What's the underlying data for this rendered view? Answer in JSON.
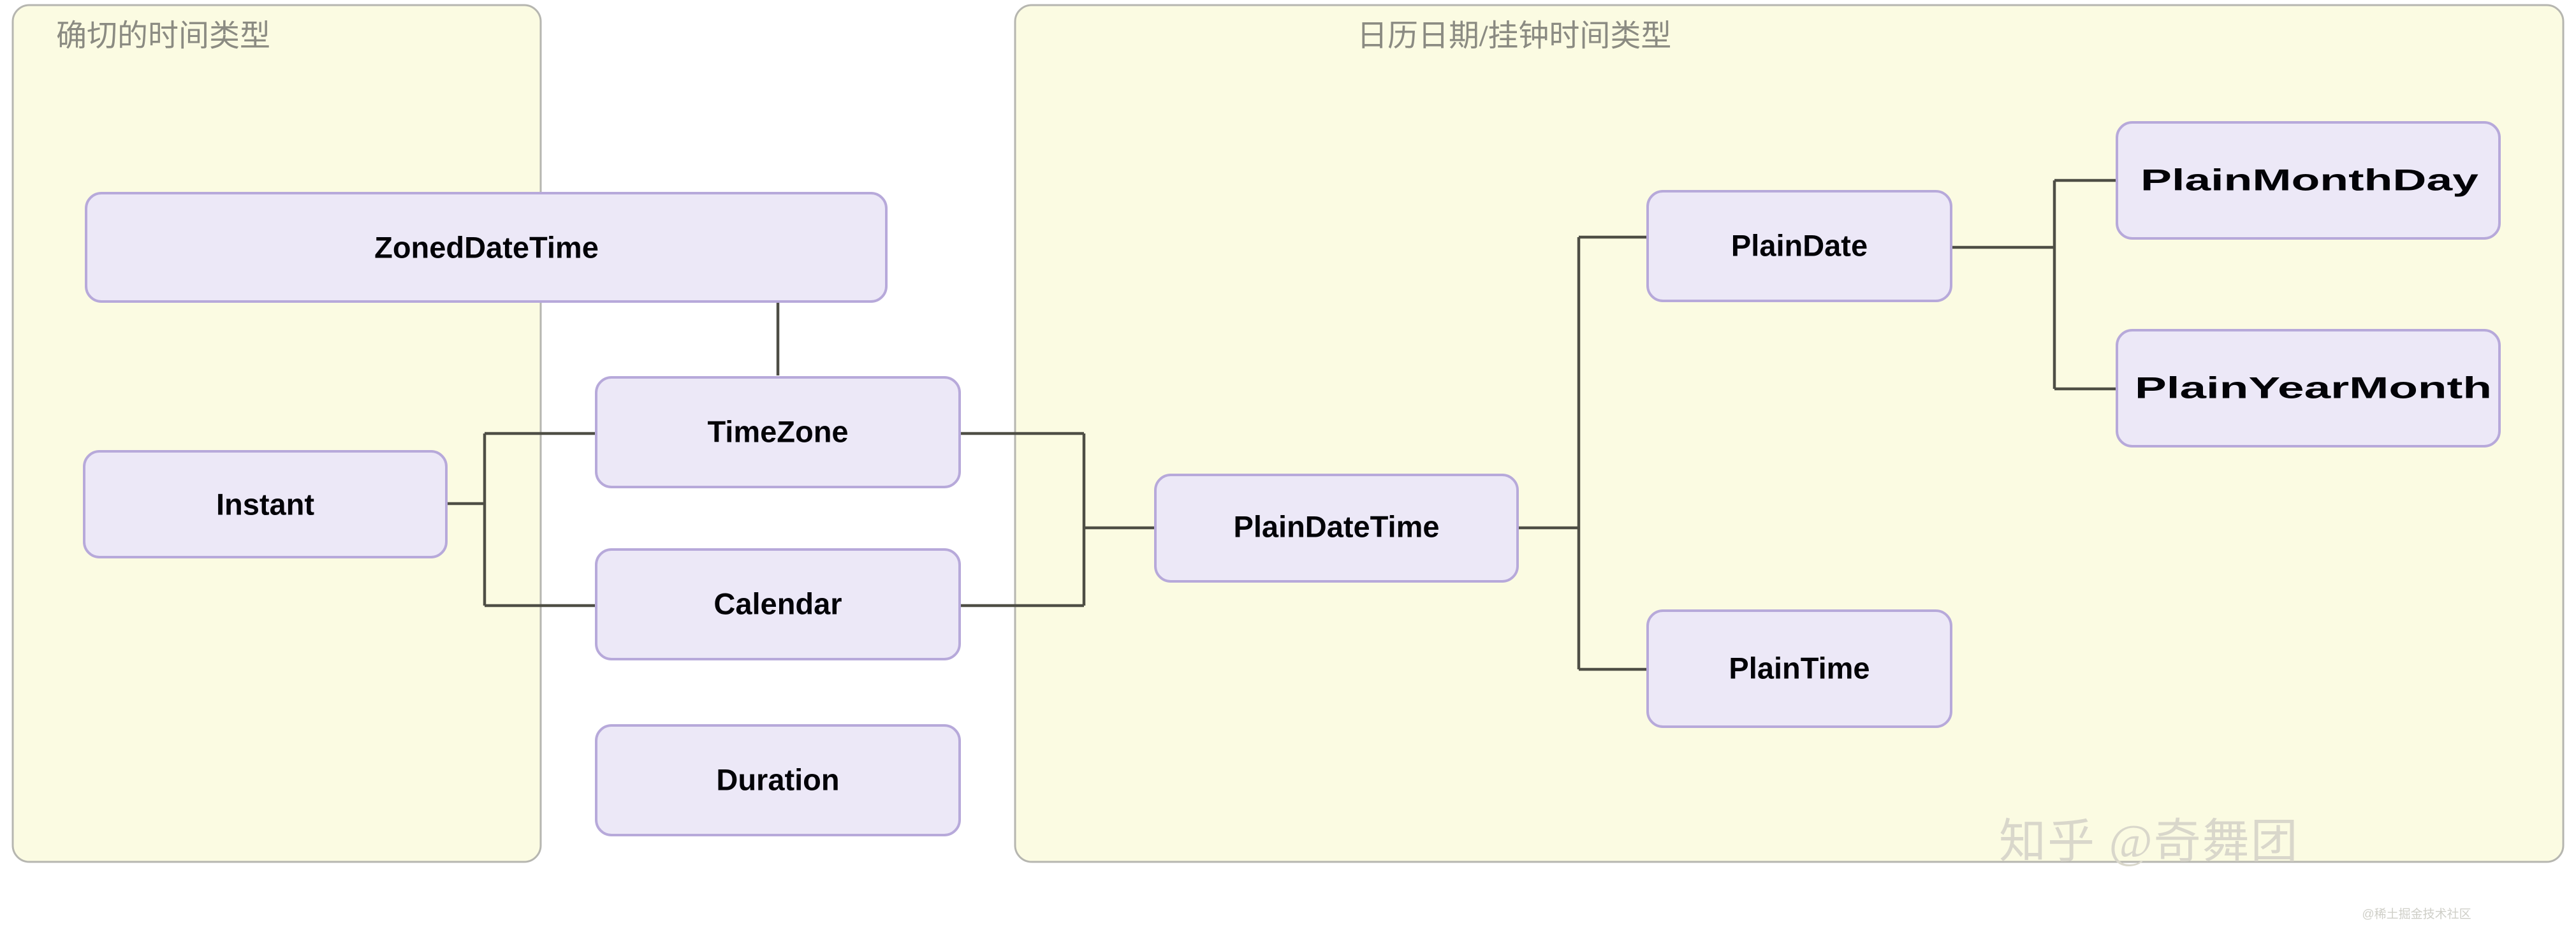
{
  "diagram": {
    "title_left": "确切的时间类型",
    "title_right_a": "日历日期",
    "title_right_slash": "/",
    "title_right_b": "挂钟时间类型",
    "colors": {
      "panel_fill": "#fbfbe2",
      "panel_border": "#b6b6b0",
      "node_fill": "#ece8f7",
      "node_border": "#b7a9da",
      "edge": "#4e4e45",
      "title_text": "#8b8b82",
      "node_text": "#030308",
      "page_background": "#ffffff"
    },
    "panels": [
      {
        "id": "exact-time-panel",
        "title": "确切的时间类型"
      },
      {
        "id": "calendar-clock-panel",
        "title": "日历日期/挂钟时间类型"
      }
    ],
    "nodes": [
      {
        "id": "zoneddatetime",
        "label": "ZonedDateTime",
        "panel": "exact-time-panel"
      },
      {
        "id": "instant",
        "label": "Instant",
        "panel": "exact-time-panel"
      },
      {
        "id": "timezone",
        "label": "TimeZone",
        "panel": "exact-time-panel"
      },
      {
        "id": "calendar",
        "label": "Calendar",
        "panel": "exact-time-panel"
      },
      {
        "id": "duration",
        "label": "Duration",
        "panel": "exact-time-panel"
      },
      {
        "id": "plaindatetime",
        "label": "PlainDateTime",
        "panel": "calendar-clock-panel"
      },
      {
        "id": "plaindate",
        "label": "PlainDate",
        "panel": "calendar-clock-panel"
      },
      {
        "id": "plaintime",
        "label": "PlainTime",
        "panel": "calendar-clock-panel"
      },
      {
        "id": "plainmonthday",
        "label": "PlainMonthDay",
        "panel": "calendar-clock-panel"
      },
      {
        "id": "plainyearmonth",
        "label": "PlainYearMonth",
        "panel": "calendar-clock-panel"
      }
    ],
    "edges": [
      {
        "from": "zoneddatetime",
        "to": "timezone"
      },
      {
        "from": "instant",
        "to": "timezone"
      },
      {
        "from": "instant",
        "to": "calendar"
      },
      {
        "from": "timezone",
        "to": "plaindatetime"
      },
      {
        "from": "calendar",
        "to": "plaindatetime"
      },
      {
        "from": "plaindatetime",
        "to": "plaindate"
      },
      {
        "from": "plaindatetime",
        "to": "plaintime"
      },
      {
        "from": "plaindate",
        "to": "plainmonthday"
      },
      {
        "from": "plaindate",
        "to": "plainyearmonth"
      }
    ]
  },
  "watermark": {
    "main": "知乎 @奇舞团",
    "sub": "@稀土掘金技术社区"
  }
}
